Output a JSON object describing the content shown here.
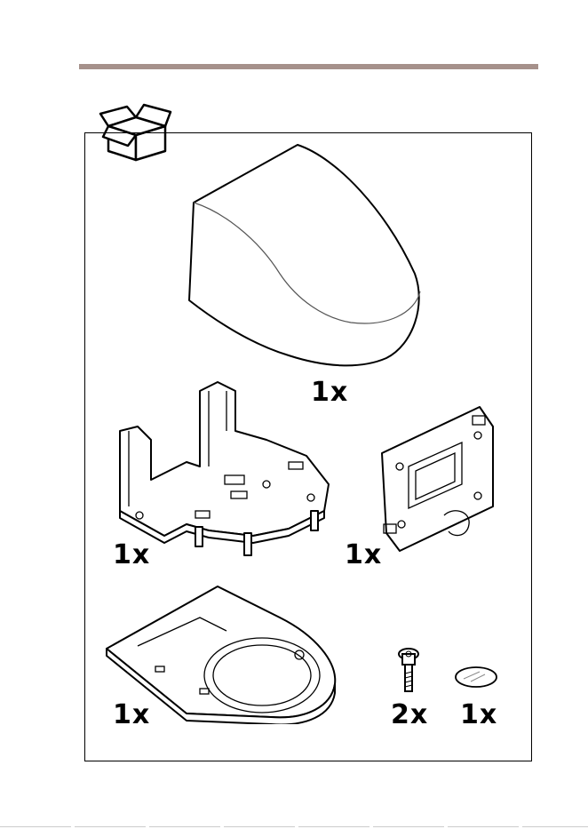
{
  "colors": {
    "accent_bar": "#a6918b",
    "line": "#000000",
    "fill": "#ffffff"
  },
  "icons": {
    "box": "open-box-icon"
  },
  "items": [
    {
      "name": "top-cover",
      "quantity": "1x"
    },
    {
      "name": "bracket-base",
      "quantity": "1x"
    },
    {
      "name": "mounting-plate",
      "quantity": "1x"
    },
    {
      "name": "bottom-frame",
      "quantity": "1x"
    },
    {
      "name": "screw",
      "quantity": "2x"
    },
    {
      "name": "lens-disc",
      "quantity": "1x"
    }
  ]
}
